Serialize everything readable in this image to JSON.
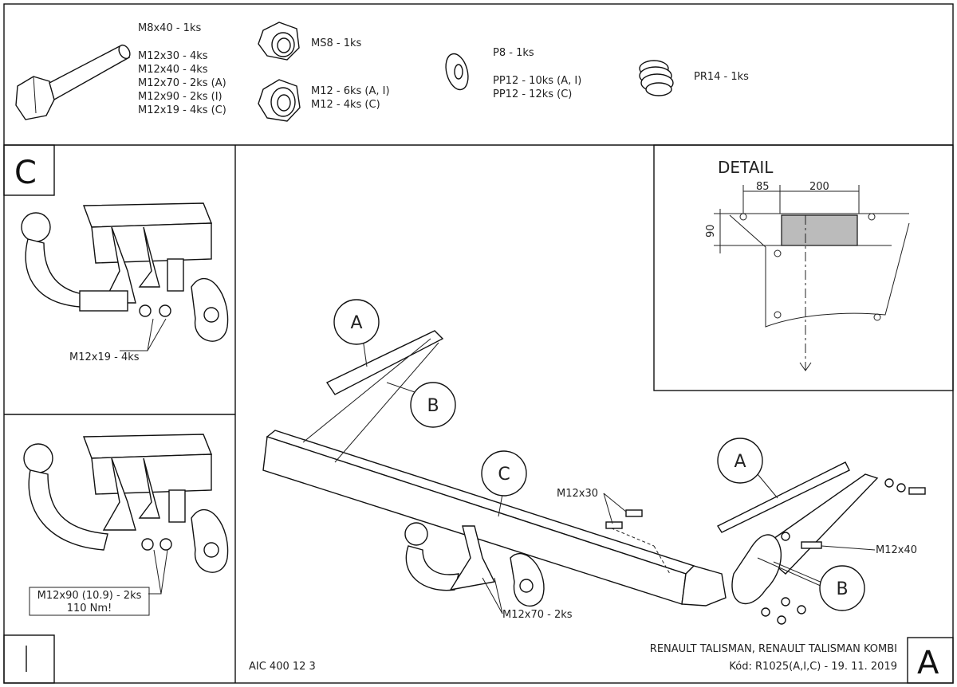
{
  "parts": {
    "bolt": [
      "M8x40 - 1ks",
      "M12x30 - 4ks",
      "M12x40 - 4ks",
      "M12x70 - 2ks (A)",
      "M12x90 - 2ks (I)",
      "M12x19 - 4ks (C)"
    ],
    "nut_self_locking": "MS8 - 1ks",
    "nut": [
      "M12 - 6ks (A, I)",
      "M12 - 4ks (C)"
    ],
    "washer": [
      "P8 - 1ks",
      "PP12 - 10ks (A, I)",
      "PP12 - 12ks (C)"
    ],
    "spring_washer": "PR14 - 1ks"
  },
  "panel_c": {
    "label": "C",
    "callout": "M12x19 - 4ks"
  },
  "panel_i": {
    "label": "I",
    "callout_line1": "M12x90 (10.9) - 2ks",
    "callout_line2": "110 Nm!"
  },
  "detail": {
    "title": "DETAIL",
    "dim_85": "85",
    "dim_200": "200",
    "dim_90": "90"
  },
  "main": {
    "balloons": {
      "a1": "A",
      "b1": "B",
      "c": "C",
      "a2": "A",
      "b2": "B"
    },
    "callouts": {
      "m12x30": "M12x30",
      "m12x40": "M12x40",
      "m12x70": "M12x70 - 2ks"
    },
    "code": "AIC 400 12 3",
    "vehicle": "RENAULT TALISMAN, RENAULT TALISMAN KOMBI",
    "kod": "Kód: R1025(A,I,C) - 19. 11. 2019",
    "label": "A"
  }
}
